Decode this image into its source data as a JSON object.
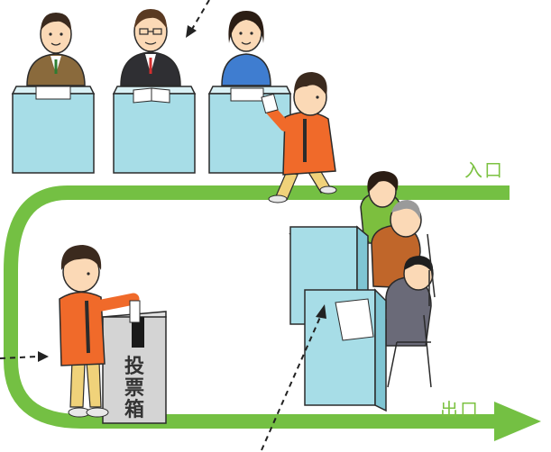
{
  "labels": {
    "entrance": "入口",
    "exit": "出口",
    "ballot_box": [
      "投",
      "票",
      "箱"
    ]
  },
  "colors": {
    "path": "#74c043",
    "desk_front": "#a7dde7",
    "desk_top": "#d9f1f5",
    "outline": "#2b2b2b",
    "plaid_shirt": "#f06a2a",
    "pants": "#f0d27a",
    "hair": "#3b2a1e",
    "skin": "#fbd9b6"
  }
}
